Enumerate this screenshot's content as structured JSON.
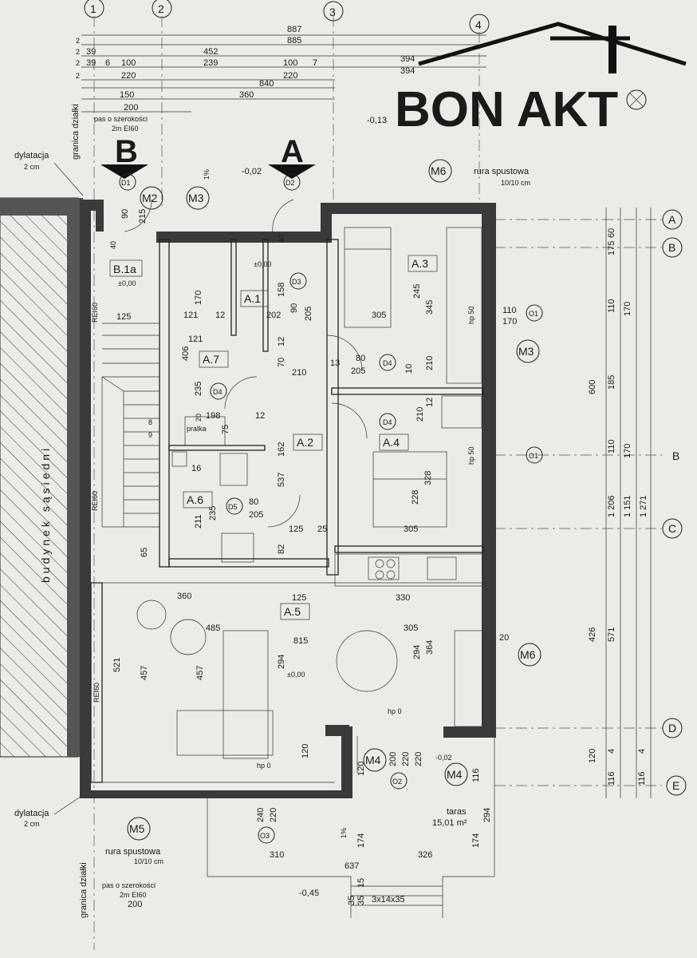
{
  "logo": {
    "text": "BON AKT"
  },
  "axes_top": [
    "1",
    "2",
    "3",
    "4"
  ],
  "axes_right": [
    "A",
    "B",
    "B",
    "C",
    "D",
    "E"
  ],
  "top_dims": {
    "row1": "887",
    "row2": "885",
    "row3": [
      "39",
      "452",
      "394"
    ],
    "row4": [
      "39",
      "6",
      "100",
      "239",
      "100",
      "7",
      "394"
    ],
    "row5": [
      "220",
      "220"
    ],
    "row6": "840",
    "row7": [
      "150",
      "360"
    ],
    "row8": "200",
    "small": [
      "2",
      "2",
      "2",
      "2"
    ]
  },
  "notes": {
    "granica": "granica działki",
    "pas_top_1": "pas o szerokości",
    "pas_top_2": "2m EI60",
    "dylatacja_top": "dylatacja",
    "dylatacja_top_size": "2 cm",
    "dylatacja_bot": "dylatacja",
    "dylatacja_bot_size": "2 cm",
    "rura_top_1": "rura spustowa",
    "rura_top_2": "10/10 cm",
    "rura_bot_1": "rura spustowa",
    "rura_bot_2": "10/10 cm",
    "pas_bot_1": "pas o szerokości",
    "pas_bot_2": "2m EI60",
    "pas_bot_3": "200",
    "budynek": "budynek sąsiedni",
    "taras": "taras",
    "taras_area": "15,01 m²",
    "pralka": "pralka",
    "stairs": "3x14x35",
    "level_1": "-0,13",
    "level_2": "-0,02",
    "level_3": "±0,00",
    "level_4": "±0,00",
    "level_5": "±0,00",
    "level_6": "-0,02",
    "level_7": "-0,45",
    "slope": "1%",
    "hp0": "hp 0",
    "hp50": "hp 50"
  },
  "sections": [
    "B",
    "A"
  ],
  "doors": [
    "D1",
    "D2",
    "D3",
    "D4",
    "D4",
    "D4",
    "D5"
  ],
  "windows": [
    "O1",
    "O1",
    "O2",
    "O3"
  ],
  "markers": [
    "M2",
    "M3",
    "M3",
    "M4",
    "M4",
    "M5",
    "M6",
    "M6",
    "M6"
  ],
  "rooms": [
    "B.1a",
    "A.1",
    "A.2",
    "A.3",
    "A.4",
    "A.5",
    "A.6",
    "A.7"
  ],
  "fire_labels": [
    "REI60",
    "REI60",
    "REI60"
  ],
  "interior_dims": [
    "215",
    "90",
    "40",
    "40",
    "125",
    "121",
    "121",
    "12",
    "170",
    "406",
    "235",
    "202",
    "158",
    "205",
    "90",
    "305",
    "245",
    "345",
    "210",
    "110",
    "170",
    "80",
    "205",
    "13",
    "70",
    "12",
    "210",
    "10",
    "210",
    "12",
    "198",
    "75",
    "162",
    "537",
    "328",
    "228",
    "305",
    "211",
    "235",
    "16",
    "80",
    "205",
    "82",
    "125",
    "25",
    "65",
    "360",
    "125",
    "330",
    "485",
    "815",
    "305",
    "364",
    "294",
    "294",
    "20",
    "457",
    "457",
    "521",
    "120",
    "200",
    "220",
    "220",
    "120",
    "116",
    "240",
    "220",
    "174",
    "174",
    "294",
    "310",
    "637",
    "326",
    "35",
    "35",
    "15",
    "12",
    "20",
    "9",
    "8"
  ],
  "right_dims": [
    "60",
    "175",
    "110",
    "170",
    "185",
    "600",
    "110",
    "170",
    "1 206",
    "1 151",
    "1 271",
    "426",
    "571",
    "120",
    "116",
    "4",
    "4",
    "116"
  ],
  "colors": {
    "paper": "#ecebe7",
    "ink": "#1a1a1a",
    "wall_fill": "#3a3a3a"
  }
}
